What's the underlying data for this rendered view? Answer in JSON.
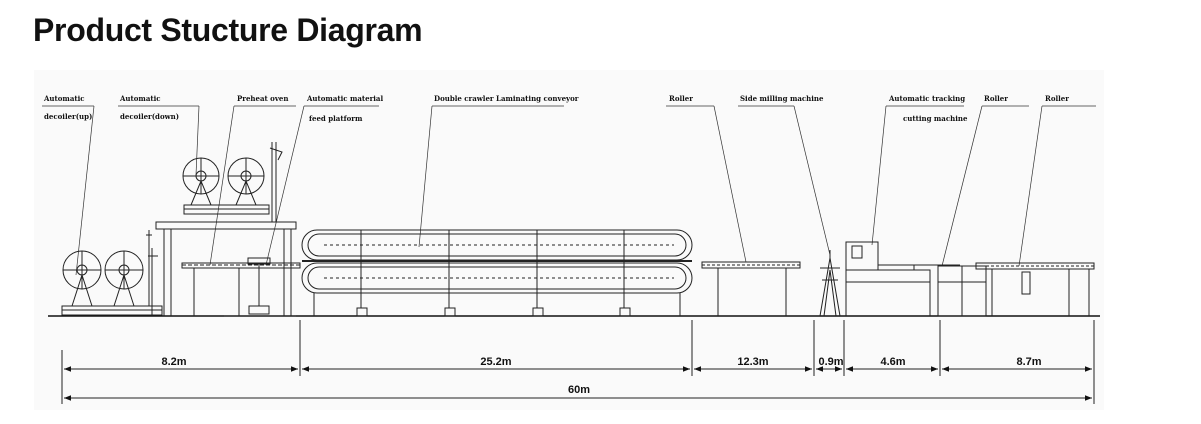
{
  "title": "Product Stucture Diagram",
  "labels": {
    "decoiler_up_1": "Automatic",
    "decoiler_up_2": "decoiler(up)",
    "decoiler_down_1": "Automatic",
    "decoiler_down_2": "decoiler(down)",
    "preheat_oven": "Preheat oven",
    "feed_1": "Automatic material",
    "feed_2": "feed platform",
    "crawler": "Double crawler Laminating conveyor",
    "roller_1": "Roller",
    "side_milling": "Side milling machine",
    "tracking_1": "Automatic tracking",
    "tracking_2": "cutting machine",
    "roller_2": "Roller",
    "roller_3": "Roller"
  },
  "dimensions": {
    "d1": "8.2m",
    "d2": "25.2m",
    "d3": "12.3m",
    "d4": "0.9m",
    "d5": "4.6m",
    "d6": "8.7m",
    "total": "60m"
  }
}
